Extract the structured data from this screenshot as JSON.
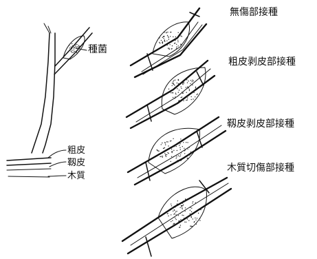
{
  "labels": {
    "inoculum": "種菌",
    "bark_layers": {
      "outer_bark": "粗皮",
      "inner_bark": "靱皮",
      "wood": "木質"
    },
    "methods": [
      "無傷部接種",
      "粗皮剥皮部接種",
      "靱皮剥皮部接種",
      "木質切傷部接種"
    ]
  },
  "colors": {
    "ink": "#111111",
    "background": "#ffffff"
  }
}
